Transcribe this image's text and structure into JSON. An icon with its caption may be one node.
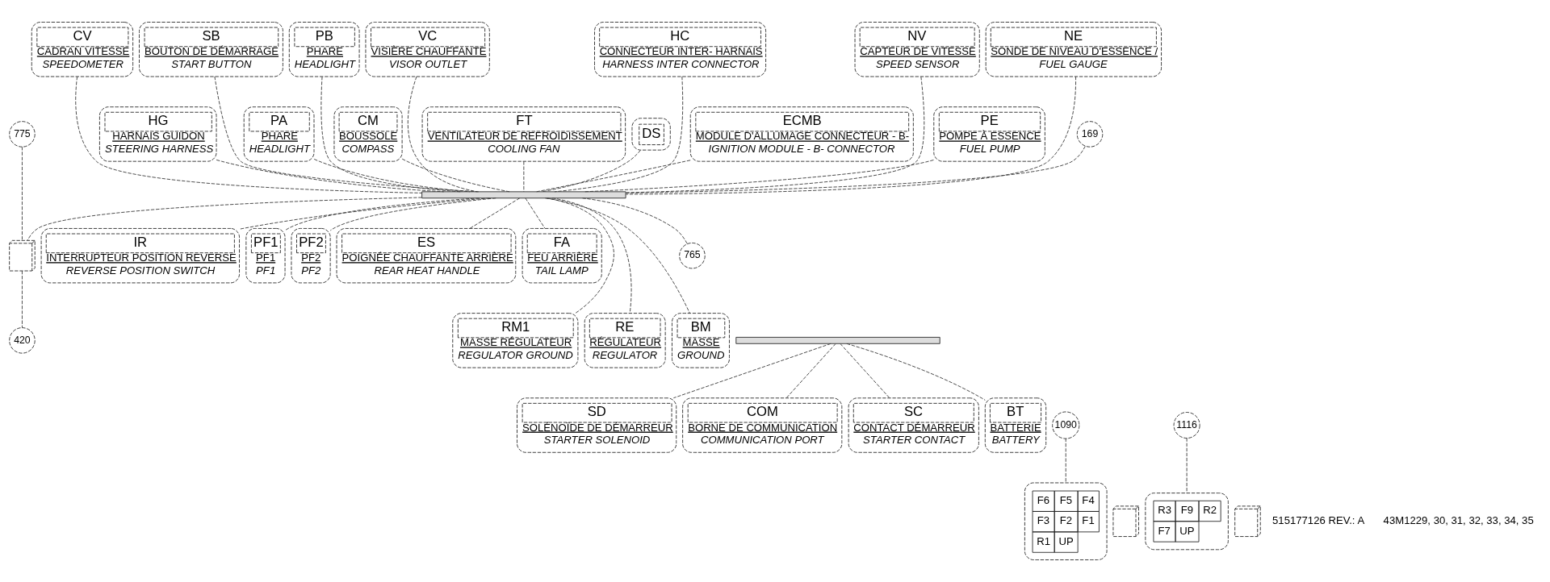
{
  "diagram": {
    "nodes": [
      {
        "text": [],
        "shape": "bar"
      },
      {
        "text": [
          "CV",
          "CADRAN VITESSE",
          "SPEEDOMETER"
        ]
      },
      {
        "text": [
          "HG",
          "HARNAIS GUIDON",
          "STEERING HARNESS"
        ]
      },
      {
        "text": [
          "SB",
          "BOUTON DE DÉMARRAGE",
          "START BUTTON"
        ]
      },
      {
        "text": [
          "PA",
          "PHARE",
          "HEADLIGHT"
        ]
      },
      {
        "text": [
          "PB",
          "PHARE",
          "HEADLIGHT"
        ]
      },
      {
        "text": [
          "CM",
          "BOUSSOLE",
          "COMPASS"
        ]
      },
      {
        "text": [
          "VC",
          "VISIÈRE CHAUFFANTE",
          "VISOR OUTLET"
        ]
      },
      {
        "text": [
          "FT",
          "VENTILATEUR DE REFROIDISSEMENT",
          "COOLING FAN"
        ]
      },
      {
        "text": [
          "DS"
        ]
      },
      {
        "text": [
          "HC",
          "CONNECTEUR INTER- HARNAIS",
          "HARNESS INTER CONNECTOR"
        ]
      },
      {
        "text": [
          "ECMB",
          "MODULE D'ALLUMAGE CONNECTEUR - B-",
          "IGNITION MODULE - B- CONNECTOR"
        ]
      },
      {
        "text": [
          "IR",
          "INTERRUPTEUR POSITION REVERSE",
          "REVERSE POSITION SWITCH"
        ]
      },
      {
        "text": [
          "PF1",
          "PF1",
          "PF1"
        ]
      },
      {
        "text": [
          "PF2",
          "PF2",
          "PF2"
        ]
      },
      {
        "text": [
          "NV",
          "CAPTEUR DE VITESSE",
          "SPEED SENSOR"
        ]
      },
      {
        "text": [
          "PE",
          "POMPE À ESSENCE",
          "FUEL PUMP"
        ]
      },
      {
        "text": [
          "NE",
          "SONDE DE NIVEAU D'ESSENCE /",
          "FUEL GAUGE"
        ]
      },
      {
        "text": [],
        "shape": "picture"
      },
      {
        "text": [
          "ES",
          "POIGNÉE CHAUFFANTE ARRIÈRE",
          "REAR HEAT HANDLE"
        ]
      },
      {
        "text": [
          "FA",
          "FEU ARRIÈRE",
          "TAIL LAMP"
        ]
      },
      {
        "text": [
          "RM1",
          "MASSE RÉGULATEUR",
          "REGULATOR GROUND"
        ]
      },
      {
        "text": [
          "RE",
          "RÉGULATEUR",
          "REGULATOR"
        ]
      },
      {
        "text": [
          "BM",
          "MASSE",
          "GROUND"
        ]
      },
      {
        "text": [],
        "shape": "bar"
      },
      {
        "text": [
          "SD",
          "SOLÉNOÏDE DE DÉMARREUR",
          "STARTER SOLENOID"
        ]
      },
      {
        "text": [
          "COM",
          "BORNE DE COMMUNICATION",
          "COMMUNICATION PORT"
        ]
      },
      {
        "text": [
          "SC",
          "CONTACT DÉMARREUR",
          "STARTER CONTACT"
        ]
      },
      {
        "text": [
          "BT",
          "BATTERIE",
          "BATTERY"
        ]
      },
      {
        "text": [
          "775"
        ]
      },
      {
        "text": [
          "169"
        ]
      },
      {
        "text": [
          "420"
        ]
      },
      {
        "text": [
          "765"
        ]
      },
      {
        "text": [
          "F6",
          "F5",
          "F4",
          "F3",
          "F2",
          "F1",
          "R1",
          "UP"
        ]
      },
      {
        "text": [],
        "shape": "picture"
      },
      {
        "text": [
          "R3",
          "F9",
          "R2",
          "F7",
          "UP"
        ]
      },
      {
        "text": [],
        "shape": "picture"
      },
      {
        "text": [
          "1090"
        ]
      },
      {
        "text": [
          "1116"
        ]
      }
    ],
    "edges": [
      {
        "from": 0,
        "to": 1,
        "arrow": "none"
      },
      {
        "from": 0,
        "to": 2,
        "arrow": "none"
      },
      {
        "from": 0,
        "to": 3,
        "arrow": "none"
      },
      {
        "from": 0,
        "to": 4,
        "arrow": "none"
      },
      {
        "from": 0,
        "to": 5,
        "arrow": "none"
      },
      {
        "from": 0,
        "to": 6,
        "arrow": "none"
      },
      {
        "from": 0,
        "to": 7,
        "arrow": "none"
      },
      {
        "from": 0,
        "to": 8,
        "arrow": "none"
      },
      {
        "from": 0,
        "to": 9,
        "arrow": "none"
      },
      {
        "from": 0,
        "to": 10,
        "arrow": "none"
      },
      {
        "from": 0,
        "to": 11,
        "arrow": "none"
      },
      {
        "from": 0,
        "to": 12,
        "arrow": "none"
      },
      {
        "from": 0,
        "to": 13,
        "arrow": "none"
      },
      {
        "from": 0,
        "to": 14,
        "arrow": "none"
      },
      {
        "from": 0,
        "to": 15,
        "arrow": "none"
      },
      {
        "from": 0,
        "to": 16,
        "arrow": "none"
      },
      {
        "from": 0,
        "to": 17,
        "arrow": "none"
      },
      {
        "from": 0,
        "to": 18,
        "arrow": "none"
      },
      {
        "from": 0,
        "to": 19,
        "arrow": "none"
      },
      {
        "from": 0,
        "to": 20,
        "arrow": "none"
      },
      {
        "from": 0,
        "to": 21,
        "arrow": "none"
      },
      {
        "from": 0,
        "to": 22,
        "arrow": "none"
      },
      {
        "from": 0,
        "to": 23,
        "arrow": "none"
      },
      {
        "from": 24,
        "to": 25,
        "arrow": "none"
      },
      {
        "from": 24,
        "to": 26,
        "arrow": "none"
      },
      {
        "from": 24,
        "to": 27,
        "arrow": "none"
      },
      {
        "from": 24,
        "to": 28,
        "arrow": "none"
      },
      {
        "from": 29,
        "to": 18,
        "arrow": "none"
      },
      {
        "from": 30,
        "to": 0,
        "arrow": "none"
      },
      {
        "from": 31,
        "to": 18,
        "arrow": "none"
      },
      {
        "from": 32,
        "to": 0,
        "arrow": "none"
      },
      {
        "from": 37,
        "to": 33,
        "arrow": "none"
      },
      {
        "from": 38,
        "to": 35,
        "arrow": "none"
      }
    ],
    "labels": [
      "515177126 REV.: A",
      "43M1229, 30, 31, 32, 33, 34, 35"
    ]
  }
}
